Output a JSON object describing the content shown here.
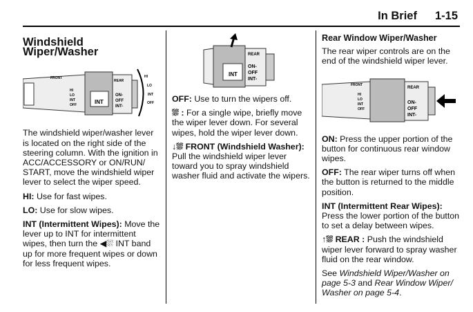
{
  "header": {
    "section": "In Brief",
    "page": "1-15"
  },
  "left": {
    "title": "Windshield Wiper/Washer",
    "illustration": {
      "front": "FRONT",
      "hi": "HI",
      "lo": "LO",
      "int": "INT",
      "off": "OFF",
      "band": "INT",
      "rear": "REAR",
      "on": "ON-",
      "off2": "OFF",
      "int2": "INT-"
    },
    "intro": "The windshield wiper/washer lever is located on the right side of the steering column. With the ignition in ACC/ACCESSORY or ON/RUN/ START, move the windshield wiper lever to select the wiper speed.",
    "hi_label": "HI:",
    "hi_text": "Use for fast wipes.",
    "lo_label": "LO:",
    "lo_text": "Use for slow wipes.",
    "int_label": "INT (Intermittent Wipes):",
    "int_text1": "Move the lever up to INT for intermittent wipes, then turn the",
    "int_text2": "INT band up for more frequent wipes or down for less frequent wipes."
  },
  "middle": {
    "illustration": {
      "rear": "REAR",
      "on": "ON-",
      "off": "OFF",
      "int": "INT-",
      "band": "INT"
    },
    "off_label": "OFF:",
    "off_text": "Use to turn the wipers off.",
    "mist_label": ":",
    "mist_text": "For a single wipe, briefly move the wiper lever down. For several wipes, hold the wiper lever down.",
    "front_label": "FRONT (Windshield Washer):",
    "front_text": "Pull the windshield wiper lever toward you to spray windshield washer fluid and activate the wipers."
  },
  "right": {
    "title": "Rear Window Wiper/Washer",
    "intro": "The rear wiper controls are on the end of the windshield wiper lever.",
    "illustration": {
      "front": "FRONT",
      "hi": "HI",
      "lo": "LO",
      "int": "INT",
      "off": "OFF",
      "rear": "REAR",
      "on": "ON-",
      "off2": "OFF",
      "int2": "INT-"
    },
    "on_label": "ON:",
    "on_text": "Press the upper portion of the button for continuous rear window wipes.",
    "off_label": "OFF:",
    "off_text": "The rear wiper turns off when the button is returned to the middle position.",
    "int_label": "INT (Intermittent Rear Wipes):",
    "int_text": "Press the lower portion of the button to set a delay between wipes.",
    "rear_label": "REAR :",
    "rear_text": "Push the windshield wiper lever forward to spray washer fluid on the rear window.",
    "see": "See",
    "link1": "Windshield Wiper/Washer on page 5-3",
    "and": "and",
    "link2": "Rear Window Wiper/ Washer on page 5-4",
    "end": "."
  }
}
